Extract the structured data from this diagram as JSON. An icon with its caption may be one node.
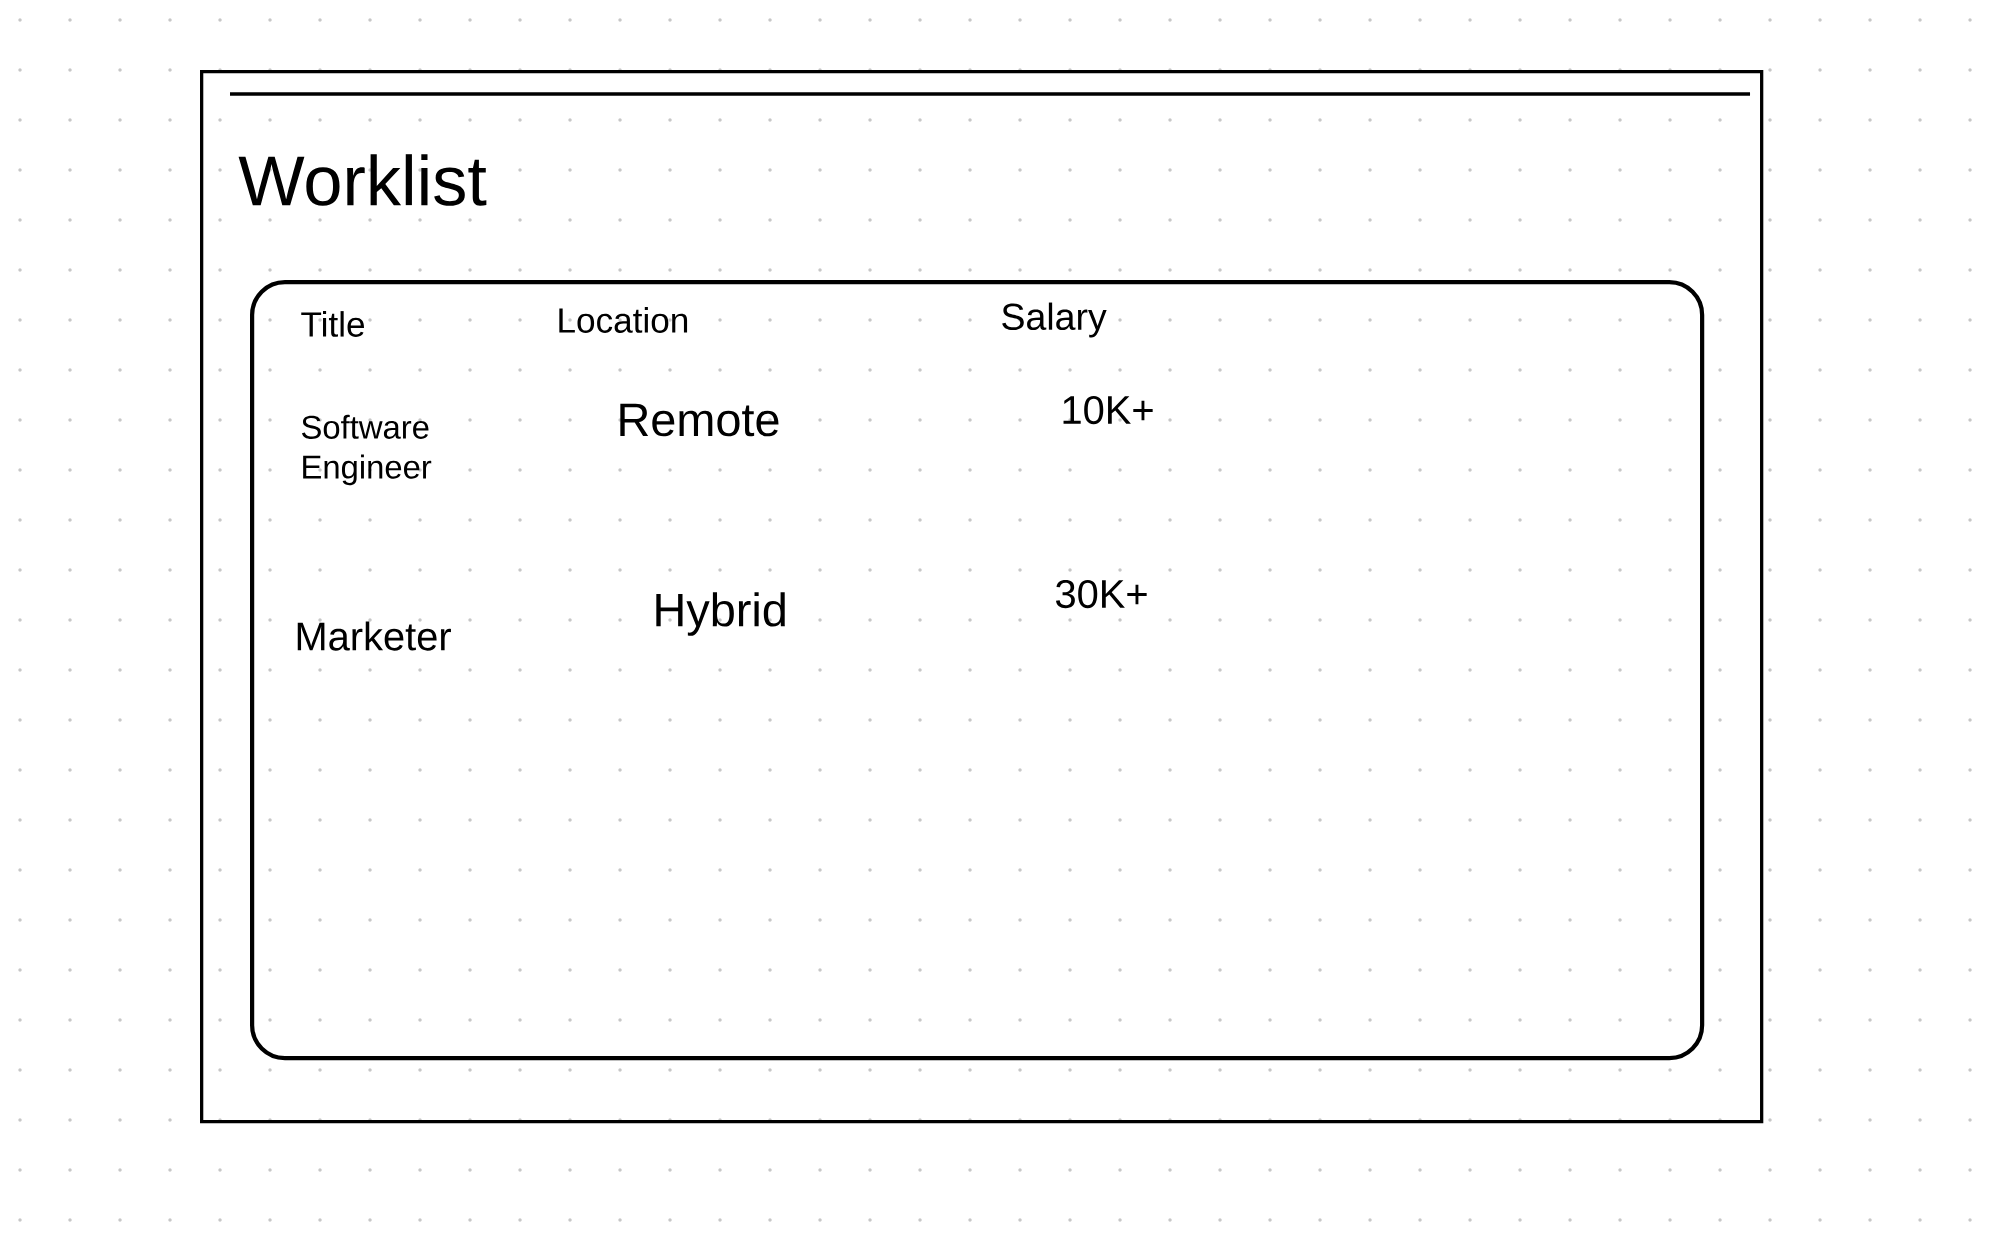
{
  "diagram": {
    "nodes": [
      {
        "text": [
          "Worklist"
        ]
      },
      {
        "text": [],
        "shape": "box",
        "in": 0
      }
    ],
    "labels": [
      "Title",
      "Location",
      "Salary",
      "Software Engineer",
      "Remote",
      "10K+",
      "Marketer",
      "Hybrid",
      "30K+"
    ]
  }
}
